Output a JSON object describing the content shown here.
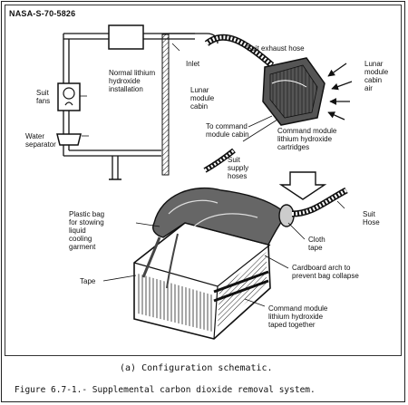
{
  "document_id": "NASA-S-70-5826",
  "labels": {
    "normal_installation": "Normal lithium\nhydroxide\ninstallation",
    "inlet": "Inlet",
    "suit_exhaust_hose": "Suit exhaust hose",
    "lm_cabin_air": "Lunar\nmodule\ncabin\nair",
    "suit_fans": "Suit\nfans",
    "lm_cabin": "Lunar\nmodule\ncabin",
    "to_command_module_cabin": "To command\nmodule cabin",
    "cm_cartridges": "Command module\nlithium hydroxide\ncartridges",
    "water_separator": "Water\nseparator",
    "suit_supply_hoses": "Suit\nsupply\nhoses",
    "plastic_bag": "Plastic bag\nfor stowing\nliquid\ncooling\ngarment",
    "suit_hose": "Suit\nHose",
    "cloth_tape": "Cloth\ntape",
    "tape": "Tape",
    "cardboard_arch": "Cardboard arch to\nprevent bag collapse",
    "cm_taped_together": "Command module\nlithium hydroxide\ntaped together"
  },
  "caption": {
    "subtitle": "(a)  Configuration schematic.",
    "figure": "Figure 6.7-1.- Supplemental carbon dioxide removal system."
  },
  "colors": {
    "ink": "#111111",
    "paper": "#ffffff"
  }
}
